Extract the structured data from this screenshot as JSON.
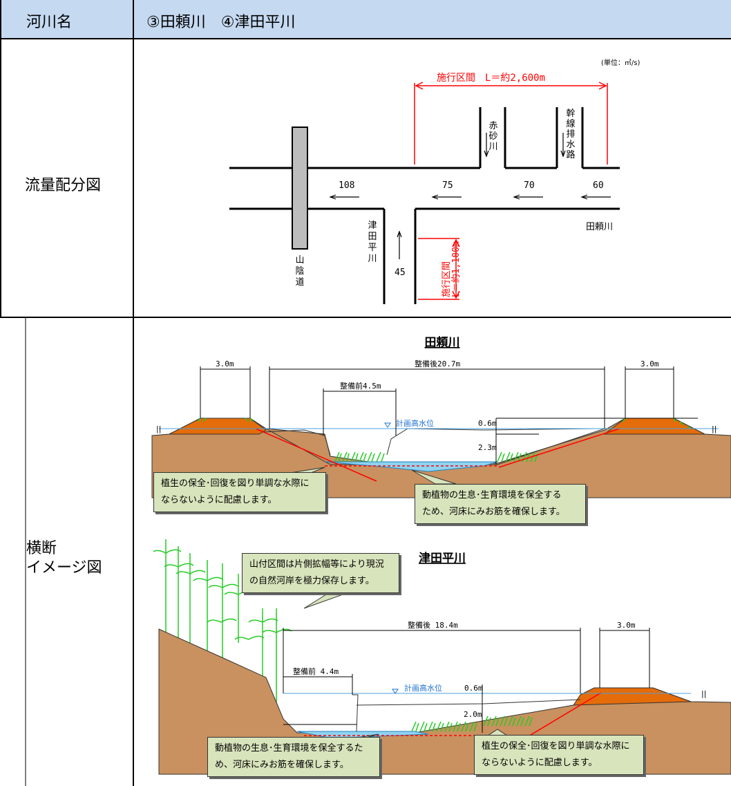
{
  "header": {
    "col1": "河川名",
    "col2": "③田頼川　④津田平川"
  },
  "rows": {
    "flow": "流量配分図",
    "cross_1": "横断",
    "cross_2": "イメージ図"
  },
  "flow_diagram": {
    "unit": "(単位：㎥/s)",
    "section_main": "施行区間　L＝約2,600m",
    "section_sub": "施行区間\nL＝約1,100m",
    "section_sub_1": "施行区間",
    "section_sub_2": "L＝約1,100m",
    "flows": [
      "108",
      "75",
      "70",
      "60",
      "45"
    ],
    "trib_akasuna": "赤砂川",
    "trib_kansen": "幹線排水路",
    "river_tsudahira": "津田平川",
    "river_tayori": "田頼川",
    "road": "山陰道"
  },
  "section_tayori": {
    "title": "田頼川",
    "dim_left": "3.0m",
    "dim_after": "整備後20.7m",
    "dim_right": "3.0m",
    "dim_before": "整備前4.5m",
    "hwl": "計画高水位",
    "freeboard": "0.6m",
    "depth": "2.3m",
    "callout_left": [
      "植生の保全･回復を図り単調な水際に",
      "ならないように配慮します。"
    ],
    "callout_right": [
      "動植物の生息･生育環境を保全する",
      "ため、河床にみお筋を確保します。"
    ]
  },
  "section_tsudahira": {
    "title": "津田平川",
    "dim_after": "整備後 18.4m",
    "dim_right": "3.0m",
    "dim_before": "整備前 4.4m",
    "hwl": "計画高水位",
    "freeboard": "0.6m",
    "depth": "2.0m",
    "callout_top": [
      "山付区間は片側拡幅等により現況",
      "の自然河岸を極力保存します。"
    ],
    "callout_left": [
      "動植物の生息･生育環境を保全するた",
      "め、河床にみお筋を確保します。"
    ],
    "callout_right": [
      "植生の保全･回復を図り単調な水際に",
      "ならないように配慮します。"
    ]
  },
  "colors": {
    "header_bg": "#c5d9f1",
    "soil": "#c8915f",
    "embankment": "#e46c0a",
    "water": "#8fd3f0",
    "callout_bg": "#d8e4bc",
    "red": "#ff0000",
    "grass": "#22cc22"
  }
}
